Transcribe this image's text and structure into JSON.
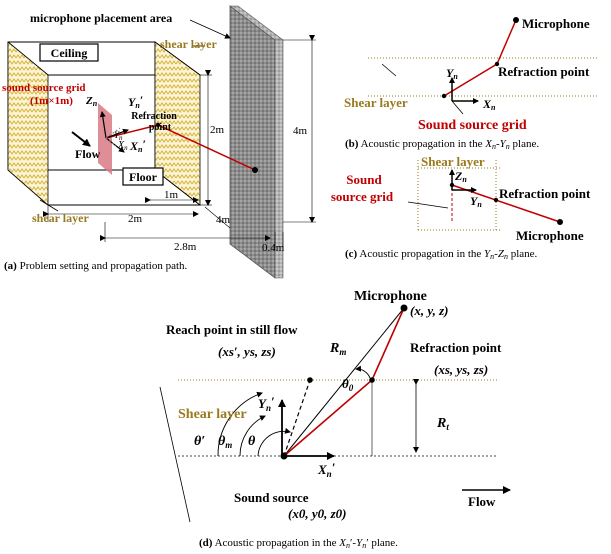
{
  "colors": {
    "shear": "#d8b432",
    "shear_text": "#9a7a1e",
    "path_red": "#c00000",
    "grid_fill": "#d97a85",
    "wall_gray": "#8c8c8c"
  },
  "panel_a": {
    "placement_area": "microphone placement area",
    "ceiling": "Ceiling",
    "floor": "Floor",
    "shear_top": "shear layer",
    "shear_bottom": "shear layer",
    "grid_label": "sound source grid",
    "grid_size": "(1m×1m)",
    "flow": "Flow",
    "refraction_1": "Refraction",
    "refraction_2": "point",
    "axis_z": "Z",
    "axis_z_sub": "n",
    "axis_y": "Y",
    "axis_y_sub": "n",
    "axis_y_prime": "′",
    "axis_x": "X",
    "axis_x_sub": "n",
    "dim_2m_height": "2m",
    "dim_4m_height": "4m",
    "dim_1m": "1m",
    "dim_2m_width": "2m",
    "dim_4m_depth": "4m",
    "dim_2_8m": "2.8m",
    "dim_0_4m": "0.4m",
    "caption_tag": "(a)",
    "caption": "Problem setting and propagation path."
  },
  "panel_b": {
    "microphone": "Microphone",
    "refraction": "Refraction point",
    "shear": "Shear layer",
    "grid": "Sound source grid",
    "axis_y": "Y",
    "axis_sub": "n",
    "axis_x": "X",
    "caption_tag": "(b)",
    "caption_pre": "Acoustic propagation in the ",
    "caption_plane": "X",
    "caption_mid": "-",
    "caption_plane2": "Y",
    "caption_post": " plane."
  },
  "panel_c": {
    "shear": "Shear layer",
    "sound": "Sound",
    "grid": "source grid",
    "axis_z": "Z",
    "axis_y": "Y",
    "axis_sub": "n",
    "refraction": "Refraction point",
    "microphone": "Microphone",
    "caption_tag": "(c)",
    "caption_pre": "Acoustic propagation in the ",
    "caption_plane": "Y",
    "caption_mid": "-",
    "caption_plane2": "Z",
    "caption_post": " plane."
  },
  "panel_d": {
    "microphone": "Microphone",
    "mic_coords": "(x, y, z)",
    "reach": "Reach point in still flow",
    "reach_coords": "(x",
    "reach_coords_full": "(xs′, ys, zs)",
    "rm": "R",
    "rm_sub": "m",
    "refraction": "Refraction point",
    "refraction_coords": "(xs, ys, zs)",
    "theta0": "θ",
    "theta0_sub": "0",
    "shear": "Shear layer",
    "rt": "R",
    "rt_sub": "t",
    "theta_prime": "θ′",
    "theta_m": "θ",
    "theta_m_sub": "m",
    "theta": "θ",
    "axis_y": "Y",
    "axis_x": "X",
    "axis_sub": "n",
    "axis_prime": "′",
    "sound_source": "Sound source",
    "source_coords": "(x0, y0, z0)",
    "flow": "Flow",
    "caption_tag": "(d)",
    "caption_pre": "Acoustic propagation in the ",
    "caption_plane": "X",
    "caption_mid": "′-",
    "caption_plane2": "Y",
    "caption_post": "′ plane."
  }
}
